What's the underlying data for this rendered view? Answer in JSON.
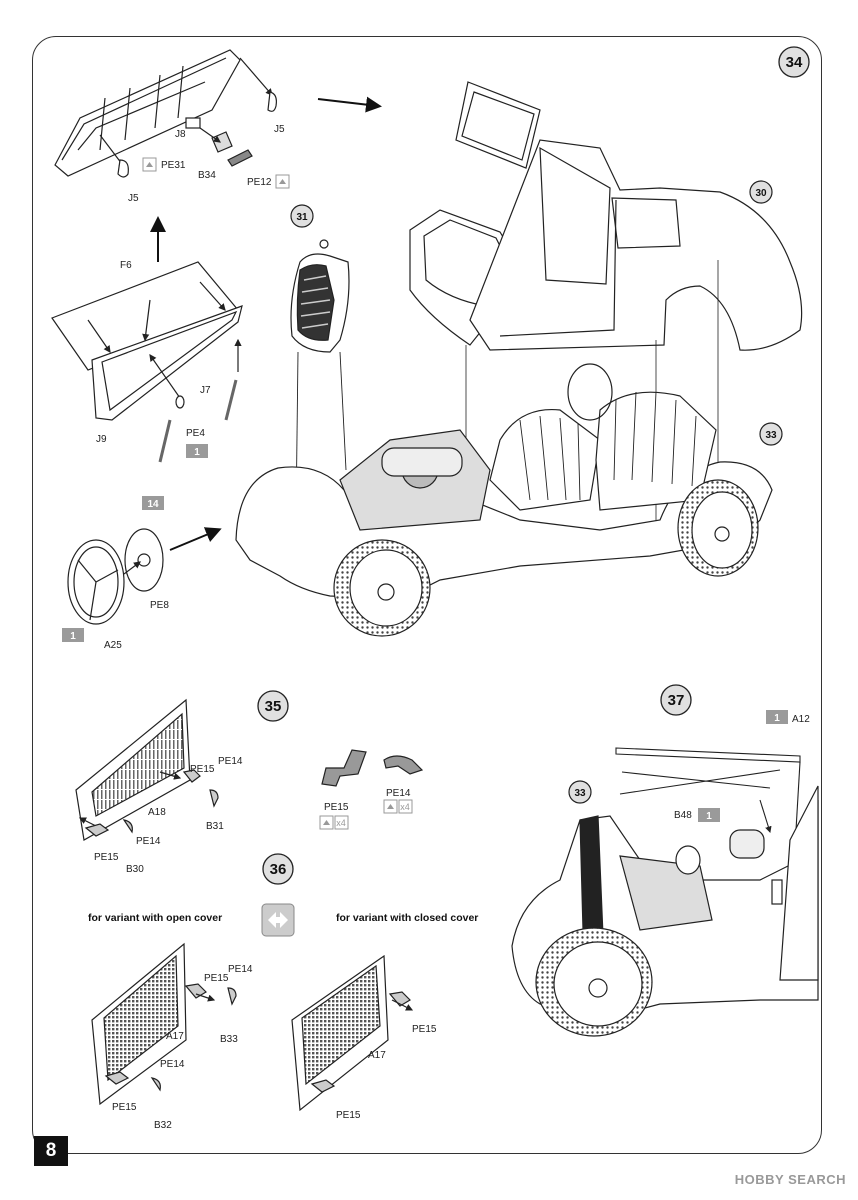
{
  "page": {
    "number": "8",
    "watermark": "HOBBY SEARCH"
  },
  "steps": [
    {
      "id": "34"
    },
    {
      "id": "30"
    },
    {
      "id": "31"
    },
    {
      "id": "33"
    },
    {
      "id": "35"
    },
    {
      "id": "36"
    },
    {
      "id": "37"
    },
    {
      "id": "33"
    }
  ],
  "variants": {
    "open": "for variant with open cover",
    "closed": "for variant with closed cover"
  },
  "part_labels": {
    "J5a": "J5",
    "J5b": "J5",
    "J8": "J8",
    "PE31": "PE31",
    "B34": "B34",
    "PE12": "PE12",
    "F6": "F6",
    "J7": "J7",
    "PE4": "PE4",
    "J9": "J9",
    "PE8": "PE8",
    "A25": "A25",
    "A18": "A18",
    "PE15": "PE15",
    "PE14": "PE14",
    "B31": "B31",
    "B30": "B30",
    "A17": "A17",
    "B33": "B33",
    "B32": "B32",
    "A12": "A12",
    "B48": "B48",
    "x4": "x4"
  },
  "badges": {
    "one": "1",
    "fourteen": "14"
  },
  "icons": [
    "photo-etch-icon",
    "swap-variant-icon"
  ]
}
